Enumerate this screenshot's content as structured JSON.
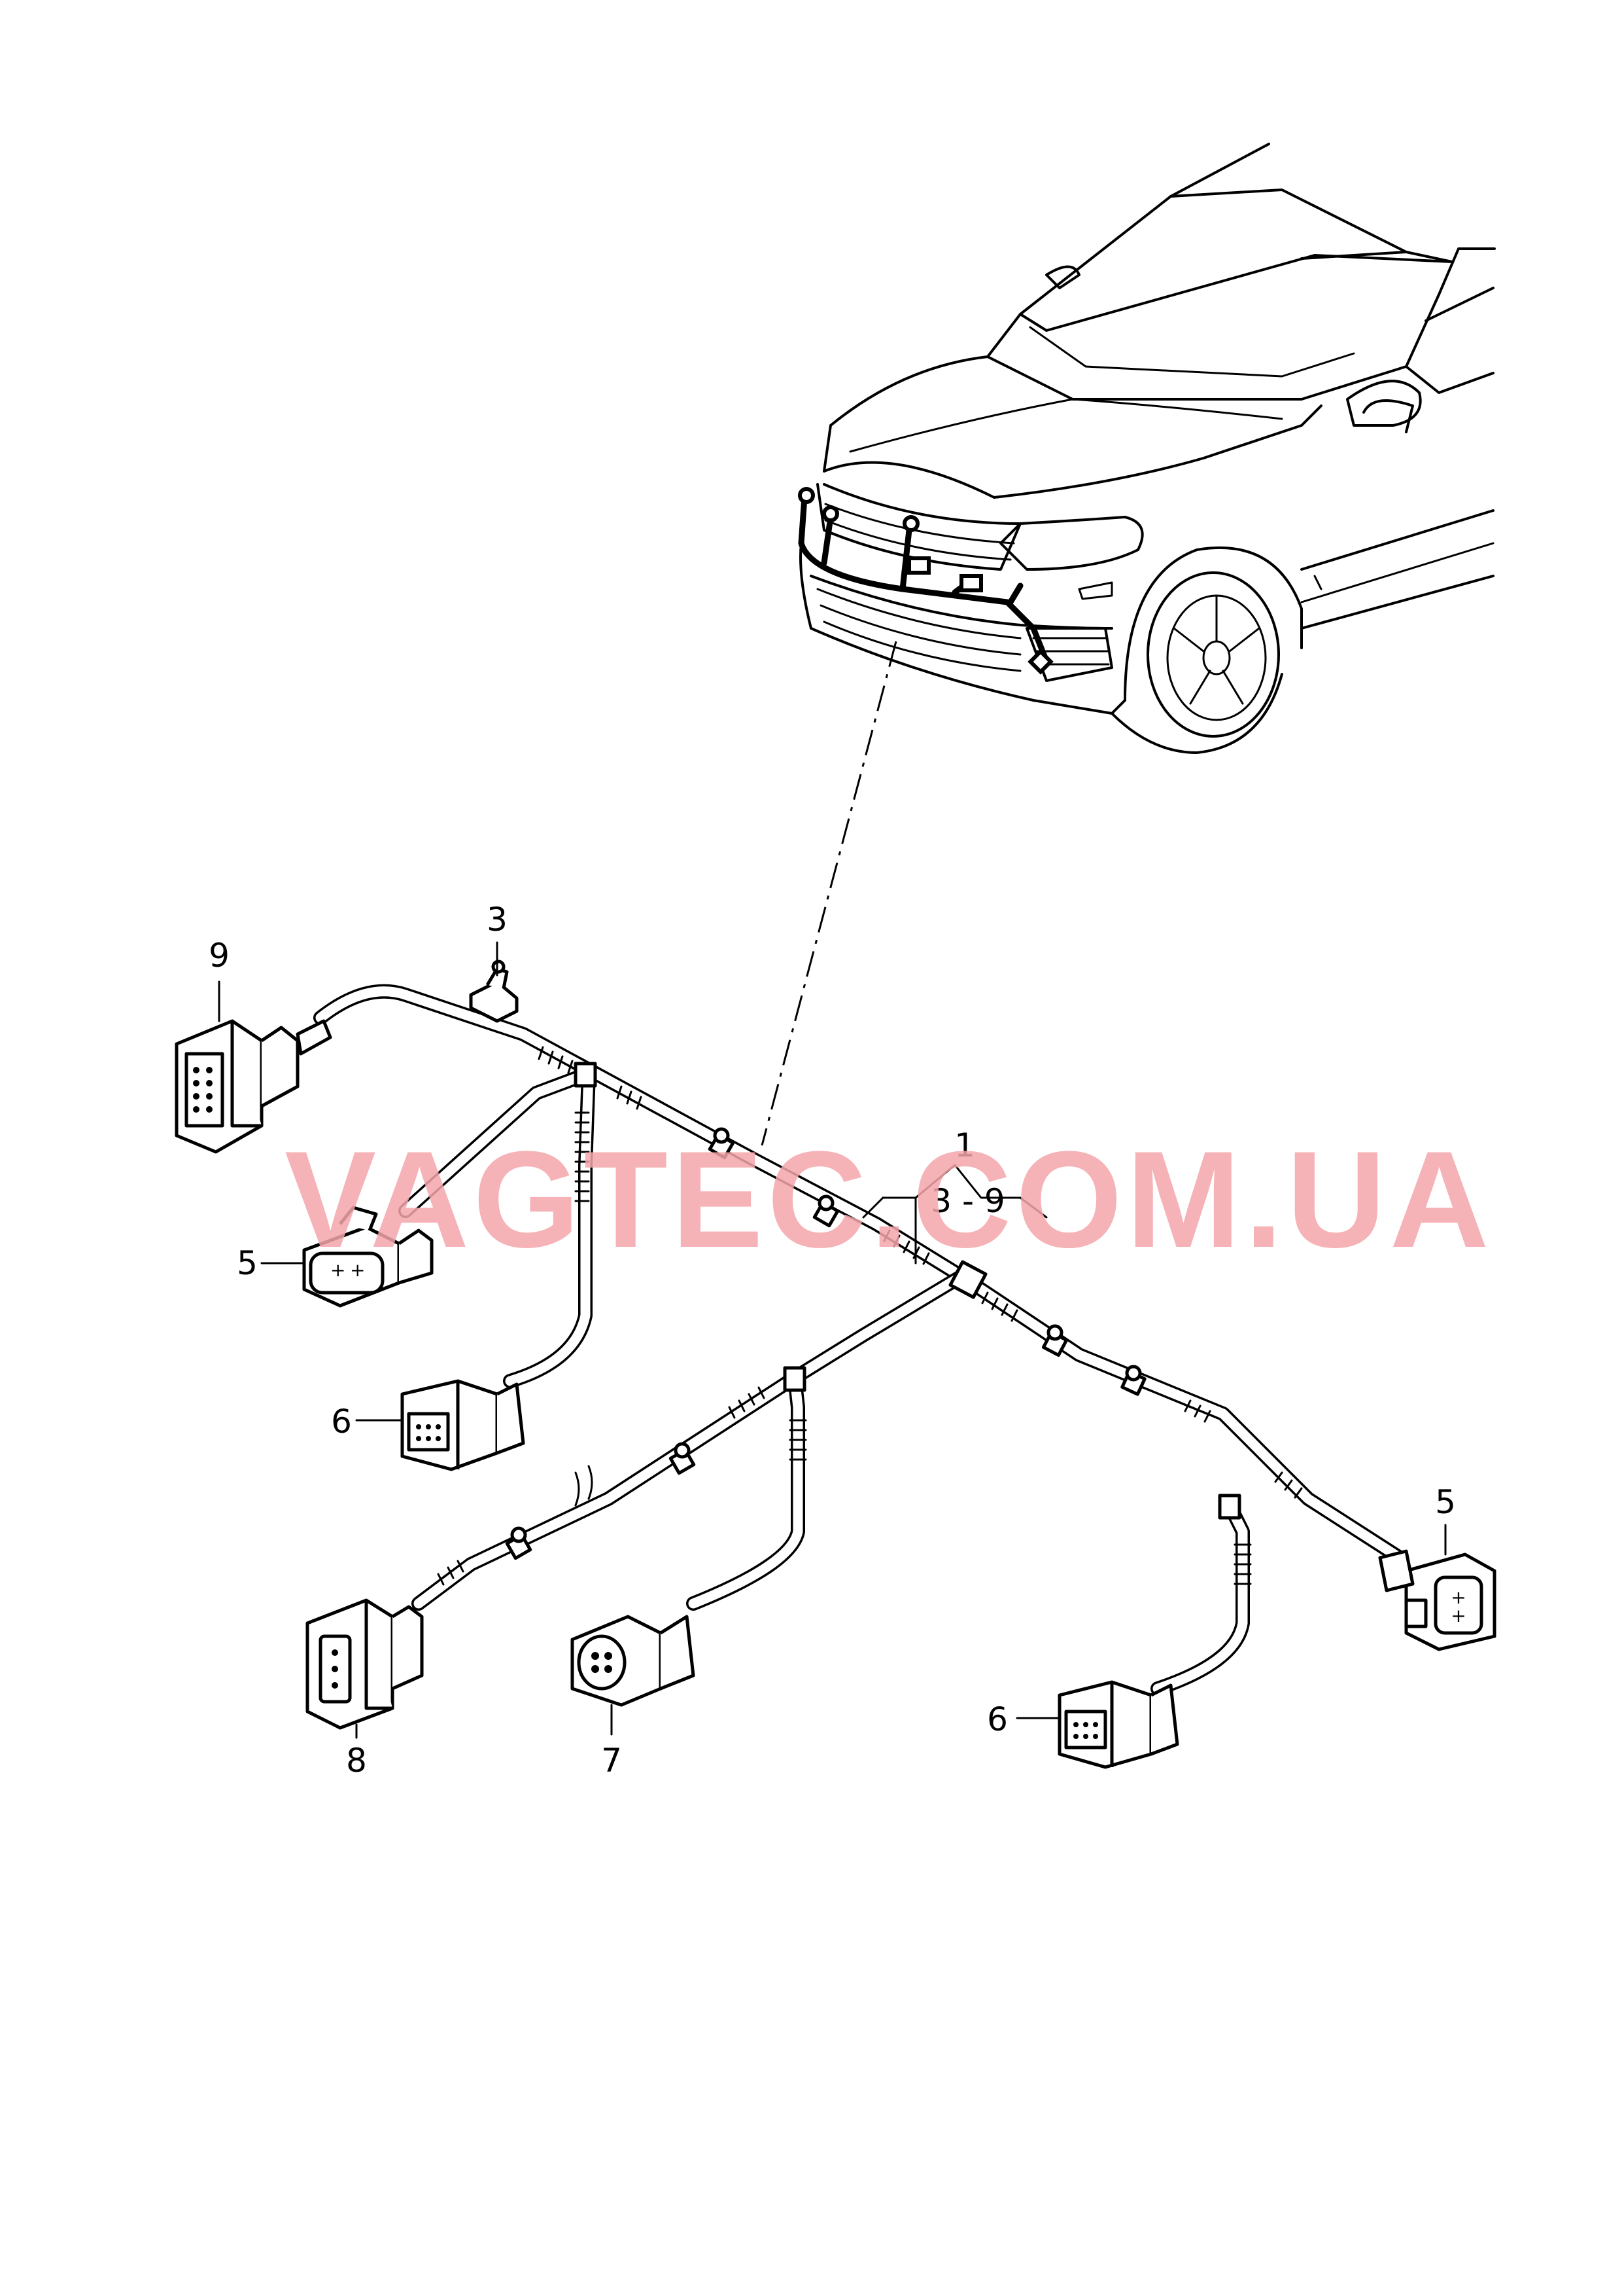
{
  "watermark": {
    "text": "VAGTEC.COM.UA",
    "color": "#f4a6aa"
  },
  "callouts": {
    "item_1": "1",
    "range_3_9": "3 - 9",
    "item_3": "3",
    "item_5_left": "5",
    "item_5_right": "5",
    "item_6_left": "6",
    "item_6_right": "6",
    "item_7": "7",
    "item_8": "8",
    "item_9": "9"
  },
  "colors": {
    "line": "#000000",
    "background": "#ffffff"
  }
}
